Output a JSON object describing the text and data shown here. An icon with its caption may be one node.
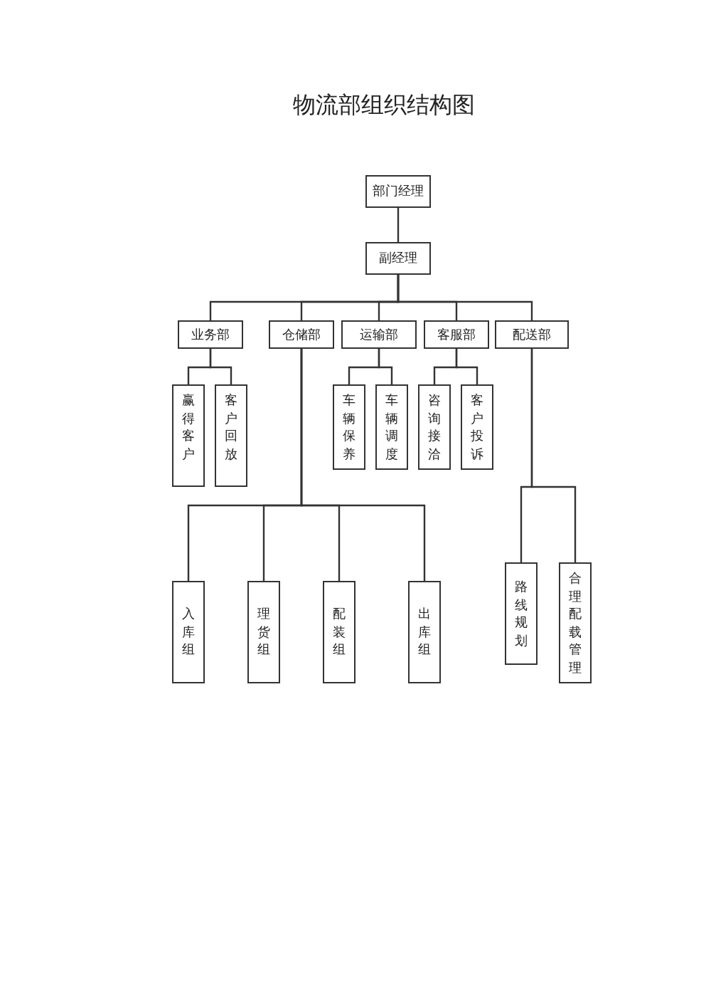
{
  "diagram": {
    "title": "物流部组织结构图",
    "nodes": [
      {
        "text": [
          "部门经理"
        ]
      },
      {
        "text": [
          "副经理"
        ]
      },
      {
        "text": [
          "业务部"
        ]
      },
      {
        "text": [
          "仓储部"
        ]
      },
      {
        "text": [
          "运输部"
        ]
      },
      {
        "text": [
          "客服部"
        ]
      },
      {
        "text": [
          "配送部"
        ]
      },
      {
        "text": [
          "赢得客户"
        ]
      },
      {
        "text": [
          "客户回放"
        ]
      },
      {
        "text": [
          "车辆保养"
        ]
      },
      {
        "text": [
          "车辆调度"
        ]
      },
      {
        "text": [
          "咨询接洽"
        ]
      },
      {
        "text": [
          "客户投诉"
        ]
      },
      {
        "text": [
          "入库组"
        ]
      },
      {
        "text": [
          "理货组"
        ]
      },
      {
        "text": [
          "配装组"
        ]
      },
      {
        "text": [
          "出库组"
        ]
      },
      {
        "text": [
          "路线规划"
        ]
      },
      {
        "text": [
          "合理配载管理"
        ]
      }
    ],
    "edges": [
      {
        "from": 0,
        "to": 1,
        "arrow": "none"
      },
      {
        "from": 1,
        "to": 2,
        "arrow": "none"
      },
      {
        "from": 1,
        "to": 3,
        "arrow": "none"
      },
      {
        "from": 1,
        "to": 4,
        "arrow": "none"
      },
      {
        "from": 1,
        "to": 5,
        "arrow": "none"
      },
      {
        "from": 1,
        "to": 6,
        "arrow": "none"
      },
      {
        "from": 2,
        "to": 7,
        "arrow": "none"
      },
      {
        "from": 2,
        "to": 8,
        "arrow": "none"
      },
      {
        "from": 4,
        "to": 9,
        "arrow": "none"
      },
      {
        "from": 4,
        "to": 10,
        "arrow": "none"
      },
      {
        "from": 5,
        "to": 11,
        "arrow": "none"
      },
      {
        "from": 5,
        "to": 12,
        "arrow": "none"
      },
      {
        "from": 3,
        "to": 13,
        "arrow": "none"
      },
      {
        "from": 3,
        "to": 14,
        "arrow": "none"
      },
      {
        "from": 3,
        "to": 15,
        "arrow": "none"
      },
      {
        "from": 3,
        "to": 16,
        "arrow": "none"
      },
      {
        "from": 6,
        "to": 17,
        "arrow": "none"
      },
      {
        "from": 6,
        "to": 18,
        "arrow": "none"
      }
    ]
  }
}
